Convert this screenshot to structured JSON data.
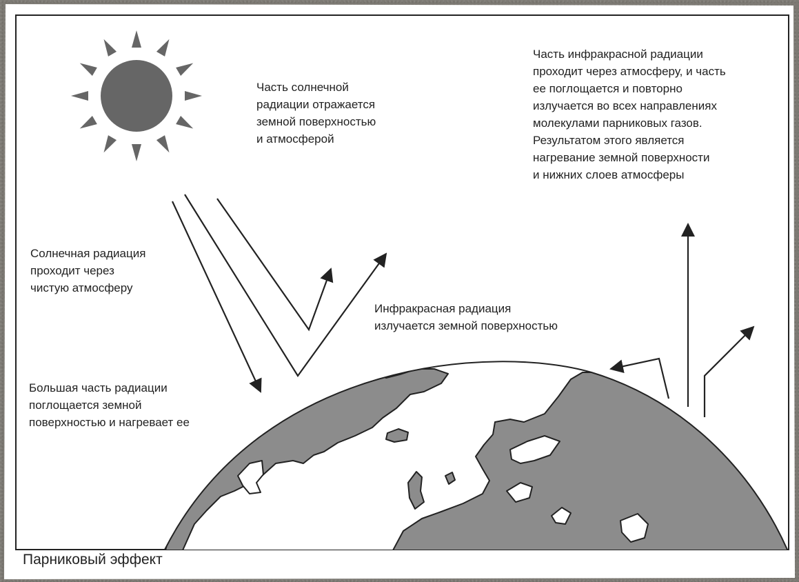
{
  "diagram": {
    "caption": "Парниковый эффект",
    "labels": {
      "reflected": "Часть солнечной\nрадиации отражается\nземной поверхностью\nи атмосферой",
      "ir_absorbed": "Часть инфракрасной радиации\nпроходит через атмосферу, и часть\nее поглощается и повторно\nизлучается во всех направлениях\nмолекулами парниковых газов.\nРезультатом этого является\nнагревание земной поверхности\nи нижних слоев атмосферы",
      "solar_passes": "Солнечная радиация\nпроходит через\nчистую атмосферу",
      "ir_emitted": "Инфракрасная радиация\nизлучается земной поверхностью",
      "absorbed": "Большая часть радиации\nпоглощается земной\nповерхностью и нагревает ее"
    },
    "colors": {
      "frame_outer": "#7d7a74",
      "panel": "#ffffff",
      "land": "#8c8c8c",
      "sun": "#666666",
      "stroke": "#222222"
    },
    "icons": [
      "sun-icon",
      "earth-globe-icon"
    ]
  }
}
